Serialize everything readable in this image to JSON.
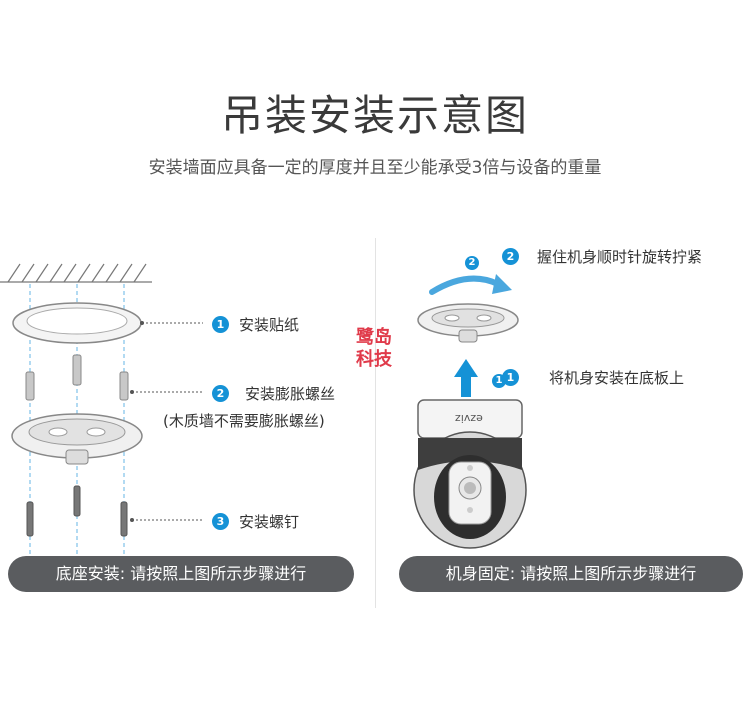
{
  "header": {
    "title": "吊装安装示意图",
    "subtitle": "安装墙面应具备一定的厚度并且至少能承受3倍与设备的重量"
  },
  "left_panel": {
    "steps": [
      {
        "number": "1",
        "label": "安装贴纸"
      },
      {
        "number": "2",
        "label": "安装膨胀螺丝"
      },
      {
        "number": "3",
        "label": "安装螺钉"
      }
    ],
    "note": "(木质墙不需要膨胀螺丝)",
    "caption": "底座安装: 请按照上图所示步骤进行"
  },
  "right_panel": {
    "steps": [
      {
        "number": "2",
        "label": "握住机身顺时针旋转拧紧"
      },
      {
        "number": "1",
        "label": "将机身安装在底板上"
      }
    ],
    "arrow_badge": "2",
    "up_badge": "1",
    "camera_brand": "ezviz",
    "caption": "机身固定: 请按照上图所示步骤进行"
  },
  "watermark": [
    "鹭岛",
    "科技"
  ],
  "colors": {
    "accent": "#1592d6",
    "caption_bg": "#5a5c5f",
    "watermark": "#e03a4a"
  }
}
